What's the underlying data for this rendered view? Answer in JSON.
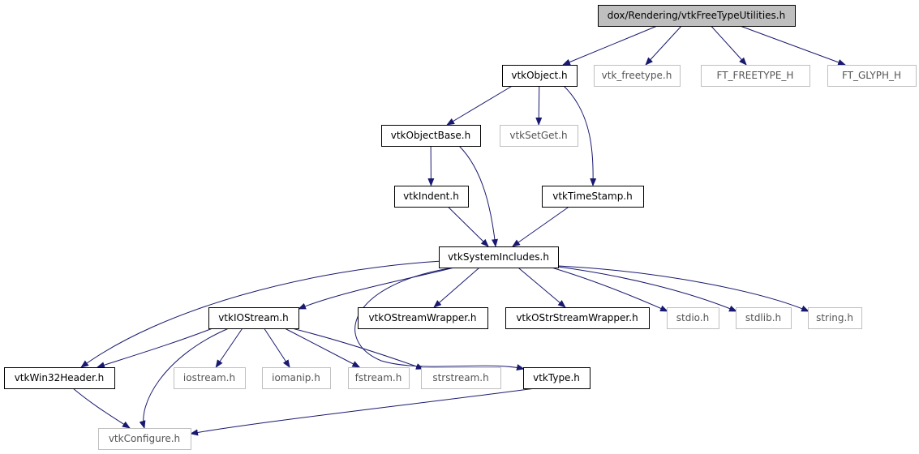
{
  "colors": {
    "edge": "#191970",
    "root_fill": "#bfbfbf",
    "root_border": "#000000",
    "documented_border": "#000000",
    "external_border": "#bfbfbf",
    "external_text": "#555555",
    "text": "#000000"
  },
  "nodes": {
    "root": {
      "label": "dox/Rendering/vtkFreeTypeUtilities.h",
      "kind": "root"
    },
    "vtkObject": {
      "label": "vtkObject.h",
      "kind": "documented"
    },
    "vtk_freetype": {
      "label": "vtk_freetype.h",
      "kind": "external"
    },
    "ft_freetype": {
      "label": "FT_FREETYPE_H",
      "kind": "external"
    },
    "ft_glyph": {
      "label": "FT_GLYPH_H",
      "kind": "external"
    },
    "vtkObjectBase": {
      "label": "vtkObjectBase.h",
      "kind": "documented"
    },
    "vtkSetGet": {
      "label": "vtkSetGet.h",
      "kind": "external"
    },
    "vtkIndent": {
      "label": "vtkIndent.h",
      "kind": "documented"
    },
    "vtkTimeStamp": {
      "label": "vtkTimeStamp.h",
      "kind": "documented"
    },
    "vtkSystemIncludes": {
      "label": "vtkSystemIncludes.h",
      "kind": "documented"
    },
    "vtkIOStream": {
      "label": "vtkIOStream.h",
      "kind": "documented"
    },
    "vtkOStreamWrapper": {
      "label": "vtkOStreamWrapper.h",
      "kind": "documented"
    },
    "vtkOStrStreamWrapper": {
      "label": "vtkOStrStreamWrapper.h",
      "kind": "documented"
    },
    "stdio": {
      "label": "stdio.h",
      "kind": "external"
    },
    "stdlib": {
      "label": "stdlib.h",
      "kind": "external"
    },
    "string": {
      "label": "string.h",
      "kind": "external"
    },
    "vtkWin32Header": {
      "label": "vtkWin32Header.h",
      "kind": "documented"
    },
    "iostream": {
      "label": "iostream.h",
      "kind": "external"
    },
    "iomanip": {
      "label": "iomanip.h",
      "kind": "external"
    },
    "fstream": {
      "label": "fstream.h",
      "kind": "external"
    },
    "strstream": {
      "label": "strstream.h",
      "kind": "external"
    },
    "vtkType": {
      "label": "vtkType.h",
      "kind": "documented"
    },
    "vtkConfigure": {
      "label": "vtkConfigure.h",
      "kind": "external"
    }
  },
  "edges": [
    [
      "root",
      "vtkObject"
    ],
    [
      "root",
      "vtk_freetype"
    ],
    [
      "root",
      "ft_freetype"
    ],
    [
      "root",
      "ft_glyph"
    ],
    [
      "vtkObject",
      "vtkObjectBase"
    ],
    [
      "vtkObject",
      "vtkSetGet"
    ],
    [
      "vtkObject",
      "vtkTimeStamp"
    ],
    [
      "vtkObjectBase",
      "vtkIndent"
    ],
    [
      "vtkObjectBase",
      "vtkSystemIncludes"
    ],
    [
      "vtkIndent",
      "vtkSystemIncludes"
    ],
    [
      "vtkTimeStamp",
      "vtkSystemIncludes"
    ],
    [
      "vtkSystemIncludes",
      "vtkWin32Header"
    ],
    [
      "vtkSystemIncludes",
      "vtkIOStream"
    ],
    [
      "vtkSystemIncludes",
      "vtkOStreamWrapper"
    ],
    [
      "vtkSystemIncludes",
      "vtkOStrStreamWrapper"
    ],
    [
      "vtkSystemIncludes",
      "stdio"
    ],
    [
      "vtkSystemIncludes",
      "stdlib"
    ],
    [
      "vtkSystemIncludes",
      "string"
    ],
    [
      "vtkSystemIncludes",
      "vtkType"
    ],
    [
      "vtkIOStream",
      "vtkWin32Header"
    ],
    [
      "vtkIOStream",
      "vtkConfigure"
    ],
    [
      "vtkIOStream",
      "iostream"
    ],
    [
      "vtkIOStream",
      "iomanip"
    ],
    [
      "vtkIOStream",
      "fstream"
    ],
    [
      "vtkIOStream",
      "strstream"
    ],
    [
      "vtkWin32Header",
      "vtkConfigure"
    ],
    [
      "vtkType",
      "vtkConfigure"
    ]
  ]
}
